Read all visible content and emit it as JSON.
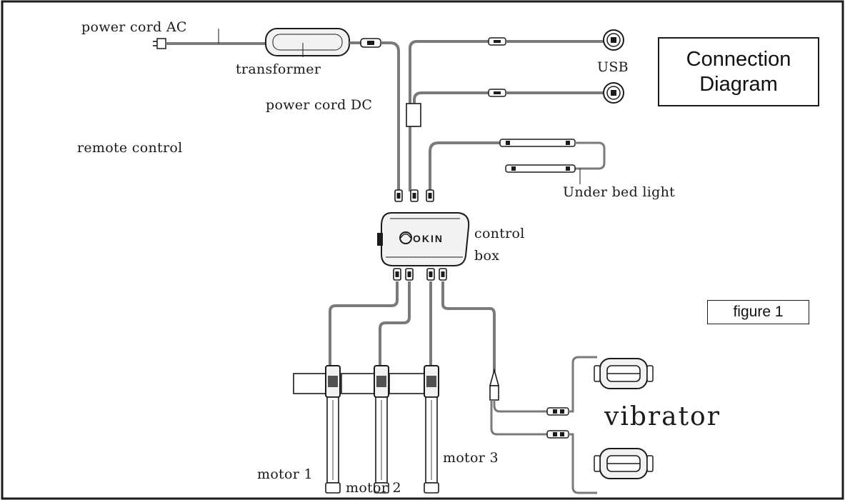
{
  "title": {
    "line1": "Connection",
    "line2": "Diagram"
  },
  "figure_label": "figure 1",
  "labels": {
    "power_cord_ac": "power cord AC",
    "transformer": "transformer",
    "power_cord_dc": "power cord DC",
    "remote_control": "remote control",
    "usb": "USB",
    "under_bed_light": "Under bed light",
    "control_box_line1": "control",
    "control_box_line2": "box",
    "control_box_brand": "OKIN",
    "motor_1": "motor 1",
    "motor_2": "motor 2",
    "motor_3": "motor 3",
    "vibrator": "vibrator"
  },
  "colors": {
    "line": "#1b1b1b",
    "wire": "#7a7a7a",
    "fill": "#f2f2f2"
  }
}
